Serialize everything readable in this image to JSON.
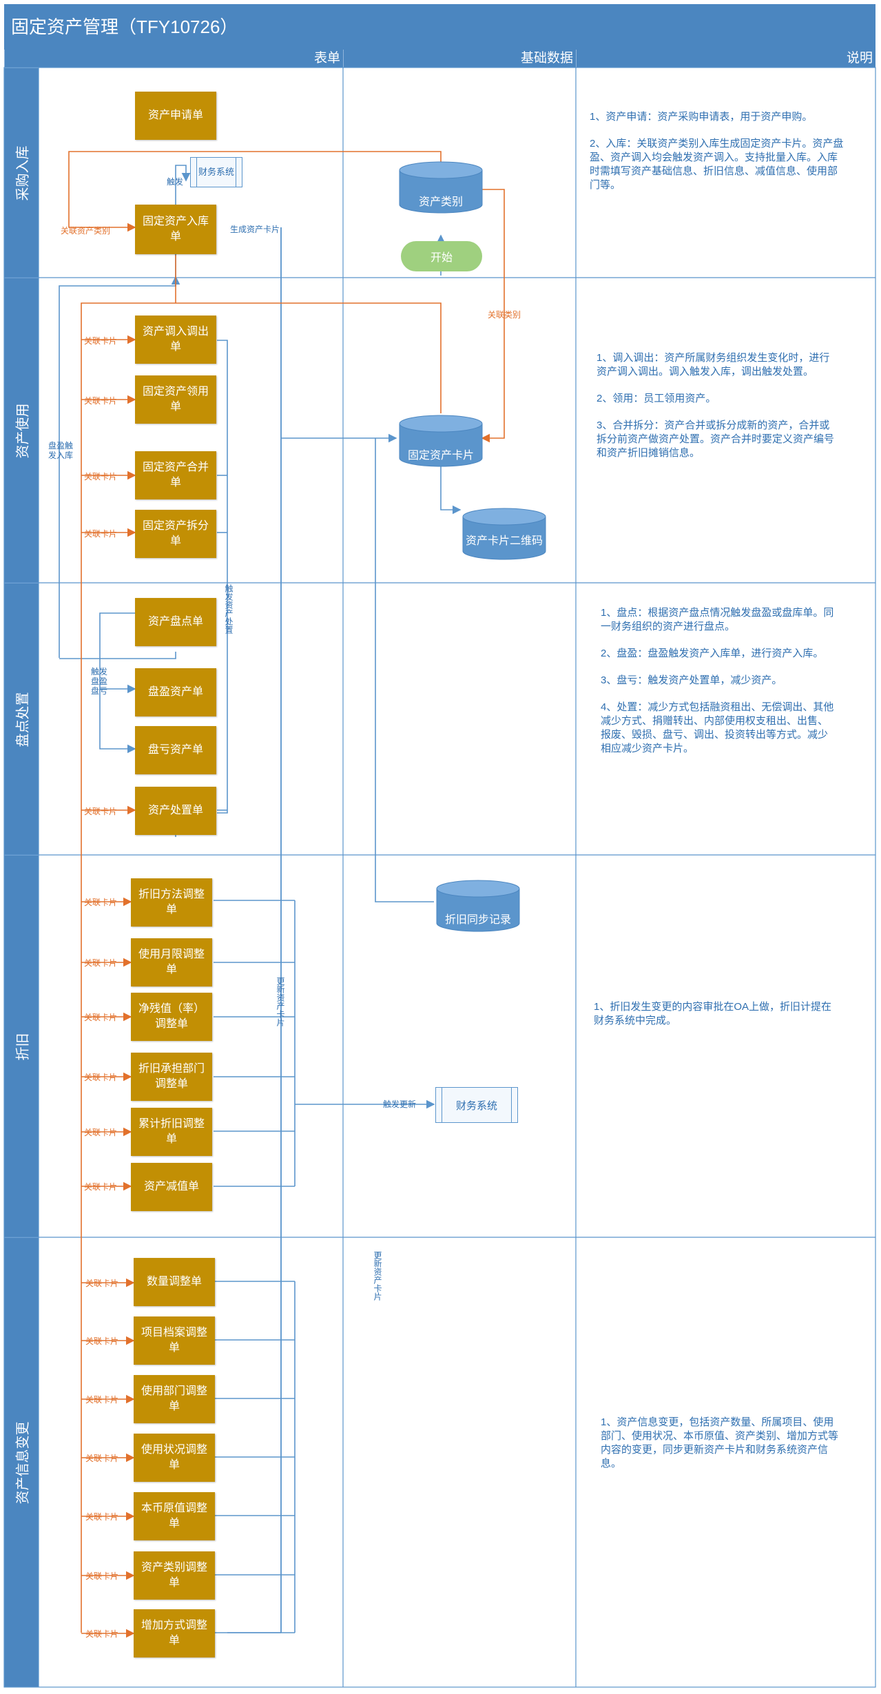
{
  "title": "固定资产管理（TFY10726）",
  "columns": {
    "forms": "表单",
    "base": "基础数据",
    "notes": "说明"
  },
  "lanes": {
    "purchase": "采购入库",
    "usage": "资产使用",
    "inventory": "盘点处置",
    "depreciation": "折旧",
    "change": "资产信息变更"
  },
  "boxes": {
    "apply": "资产申请单",
    "inbound": "固定资产入库单",
    "transfer": "资产调入调出单",
    "receive": "固定资产领用单",
    "merge": "固定资产合并单",
    "split": "固定资产拆分单",
    "count": "资产盘点单",
    "surplus": "盘盈资产单",
    "loss": "盘亏资产单",
    "dispose": "资产处置单",
    "dep_method": "折旧方法调整单",
    "life": "使用月限调整单",
    "residual": "净残值（率）调整单",
    "dept_bear": "折旧承担部门调整单",
    "accum": "累计折旧调整单",
    "impair": "资产减值单",
    "qty": "数量调整单",
    "project": "项目档案调整单",
    "use_dept": "使用部门调整单",
    "status": "使用状况调整单",
    "orig_value": "本币原值调整单",
    "category": "资产类别调整单",
    "add_method": "增加方式调整单"
  },
  "data_stores": {
    "category": "资产类别",
    "card": "固定资产卡片",
    "qrcode": "资产卡片二维码",
    "dep_log": "折旧同步记录"
  },
  "start": "开始",
  "external": {
    "finance_small": "财务系统",
    "finance_big": "财务系统"
  },
  "labels": {
    "link_category": "关联资产类别",
    "trigger": "触发",
    "gen_card": "生成资产卡片",
    "link_cat2": "关联类别",
    "link_card": "关联卡片",
    "surplus_trigger": "盘盈触发入库",
    "trigger_dispose": "触发资产处置",
    "trigger_count": "触发盘盈盘亏",
    "update_card": "更新资产卡片",
    "trigger_update": "触发更新",
    "update_card2": "更新资产卡片"
  },
  "notes": {
    "purchase": [
      "1、资产申请：资产采购申请表，用于资产申购。",
      "2、入库：关联资产类别入库生成固定资产卡片。资产盘盈、资产调入均会触发资产调入。支持批量入库。入库时需填写资产基础信息、折旧信息、减值信息、使用部门等。"
    ],
    "usage": [
      "1、调入调出：资产所属财务组织发生变化时，进行资产调入调出。调入触发入库，调出触发处置。",
      "2、领用：员工领用资产。",
      "3、合并拆分：资产合并或拆分成新的资产，合并或拆分前资产做资产处置。资产合并时要定义资产编号和资产折旧摊销信息。"
    ],
    "inventory": [
      "1、盘点：根据资产盘点情况触发盘盈或盘库单。同一财务组织的资产进行盘点。",
      "2、盘盈：盘盈触发资产入库单，进行资产入库。",
      "3、盘亏：触发资产处置单，减少资产。",
      "4、处置：减少方式包括融资租出、无偿调出、其他减少方式、捐赠转出、内部使用权支租出、出售、报废、毁损、盘亏、调出、投资转出等方式。减少相应减少资产卡片。"
    ],
    "depreciation": [
      "1、折旧发生变更的内容审批在OA上做，折旧计提在财务系统中完成。"
    ],
    "change": [
      "1、资产信息变更，包括资产数量、所属项目、使用部门、使用状况、本币原值、资产类别、增加方式等内容的变更，同步更新资产卡片和财务系统资产信息。"
    ]
  },
  "colors": {
    "header": "#4b86c0",
    "box": "#c28f04",
    "blue_line": "#5b95cc",
    "orange_line": "#e2712c",
    "start": "#9fd07f"
  }
}
